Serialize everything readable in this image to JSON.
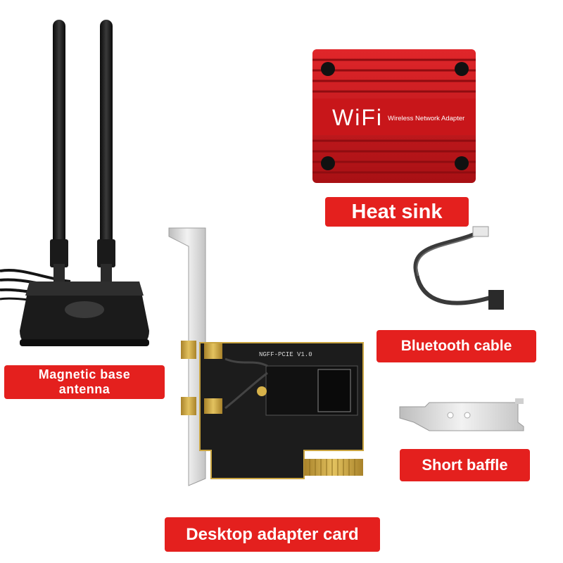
{
  "labels": {
    "heat_sink": "Heat sink",
    "bluetooth_cable": "Bluetooth cable",
    "antenna_line1": "Magnetic base",
    "antenna_line2": "antenna",
    "short_baffle": "Short baffle",
    "desktop_card": "Desktop adapter card"
  },
  "heatsink": {
    "brand": "WiFi",
    "subtitle": "Wireless Network Adapter"
  },
  "pcb": {
    "silkscreen": "NGFF-PCIE V1.0"
  },
  "colors": {
    "accent_red": "#e4201e",
    "heatsink_red": "#c8161a",
    "pcb_black": "#1c1c1c",
    "gold": "#c9a440"
  }
}
